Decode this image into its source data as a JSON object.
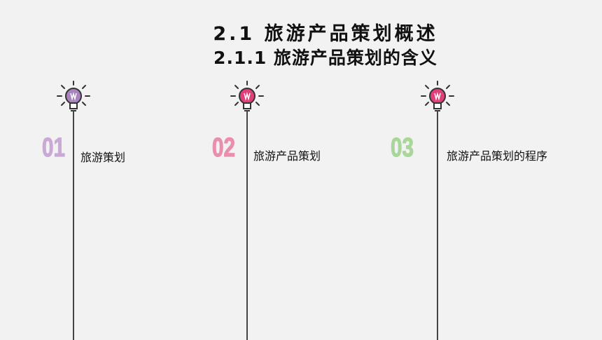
{
  "title": {
    "line1": "2.1   旅游产品策划概述",
    "line2": "2.1.1  旅游产品策划的含义"
  },
  "items": [
    {
      "number": "01",
      "label": "旅游策划",
      "color": "#c9a9d6",
      "bulb_color": "#a883bd"
    },
    {
      "number": "02",
      "label": "旅游产品策划",
      "color": "#e98fae",
      "bulb_color": "#e0407a"
    },
    {
      "number": "03",
      "label": "旅游产品策划的程序",
      "color": "#a9d79a",
      "bulb_color": "#e0407a"
    }
  ]
}
